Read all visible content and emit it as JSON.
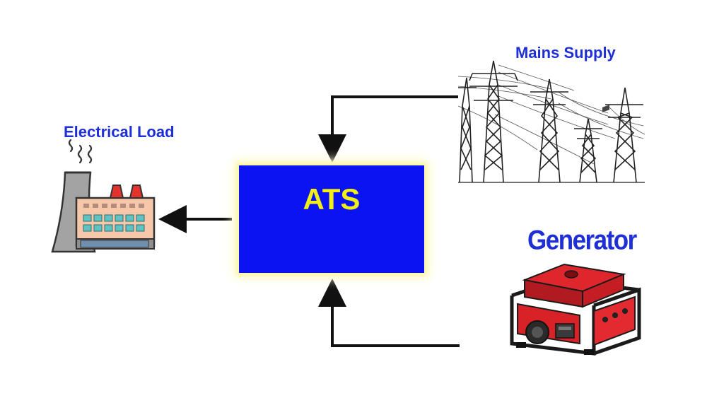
{
  "title": "",
  "nodes": {
    "ats": {
      "label": "ATS"
    },
    "load": {
      "label": "Electrical Load"
    },
    "mains": {
      "label": "Mains Supply"
    },
    "generator": {
      "label": "Generator"
    }
  },
  "colors": {
    "label_text": "#1f2fd6",
    "ats_fill": "#0b14f0",
    "ats_text": "#f2ee1a",
    "ats_glow": "#fbf7a8",
    "arrow": "#111111",
    "generator_red": "#d71920",
    "factory_salmon": "#f4c3a4",
    "factory_teal": "#5fc3c3",
    "factory_gray": "#9a9a9a"
  },
  "icons": {
    "load": "factory-icon",
    "mains": "transmission-tower-icon",
    "generator": "portable-generator-icon"
  },
  "edges": [
    {
      "from": "mains",
      "to": "ats"
    },
    {
      "from": "generator",
      "to": "ats"
    },
    {
      "from": "ats",
      "to": "load"
    }
  ]
}
